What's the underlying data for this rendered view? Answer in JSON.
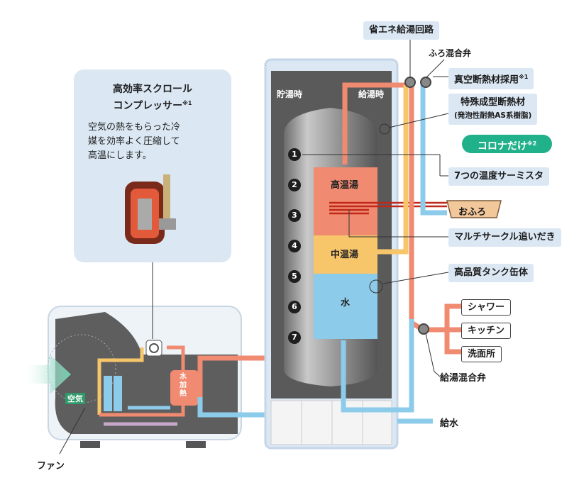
{
  "compressor": {
    "title_line1": "高効率スクロール",
    "title_line2": "コンプレッサー",
    "title_note": "※1",
    "desc_line1": "空気の熱をもらった冷",
    "desc_line2": "媒を効率よく圧縮して",
    "desc_line3": "高温にします。"
  },
  "callouts": {
    "energy_saving": "省エネ給湯回路",
    "bath_mixing_valve": "ふろ混合弁",
    "vacuum_insulation": "真空断熱材採用",
    "vacuum_note": "※1",
    "special_insulation": "特殊成型断熱材",
    "special_insulation_sub": "(発泡性耐熱AS系樹脂)",
    "corona_only": "コロナだけ",
    "corona_note": "※2",
    "thermistor": "7つの温度サーミスタ",
    "multi_circle": "マルチサークル追いだき",
    "tank_body": "高品質タンク缶体",
    "supply_mixing_valve": "給湯混合弁",
    "water_supply": "給水",
    "fan": "ファン"
  },
  "tank": {
    "storing": "貯湯時",
    "supplying": "給湯時",
    "hot": "高温湯",
    "medium": "中温湯",
    "water": "水",
    "numbers": [
      "1",
      "2",
      "3",
      "4",
      "5",
      "6",
      "7"
    ]
  },
  "outlets": {
    "bath": "おふろ",
    "shower": "シャワー",
    "kitchen": "キッチン",
    "washroom": "洗面所"
  },
  "heat_pump": {
    "air": "空気",
    "water_heating_1": "水",
    "water_heating_2": "加",
    "water_heating_3": "熱"
  },
  "colors": {
    "hot": "#f08a70",
    "medium": "#f7c56a",
    "cold": "#8ccbea",
    "tank_bg": "#5a5a5a",
    "callout_bg": "#dbe8f4",
    "corona": "#20b08a"
  }
}
